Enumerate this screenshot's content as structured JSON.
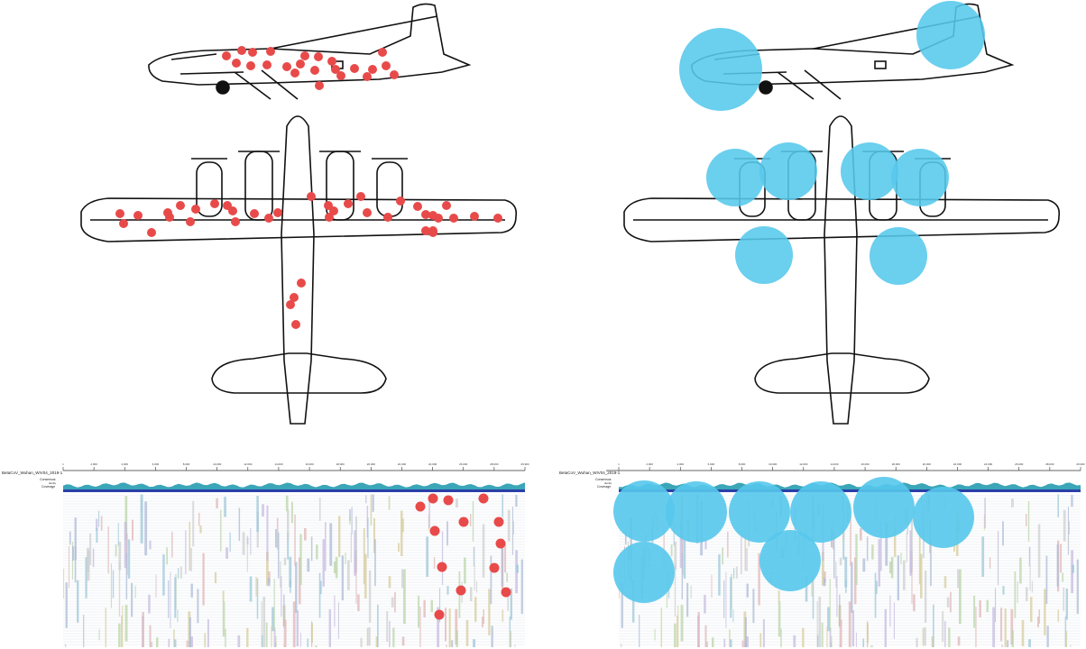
{
  "colors": {
    "hit_dot": "#e84a4a",
    "armor_circle": "#56c8ec",
    "line": "#111111",
    "coverage_teal": "#3aa6b8",
    "coverage_blue": "#2b3fa8"
  },
  "alignment": {
    "sequence_name": "BetaCoV_Wuhan_WIV04_2019-1",
    "consensus_label": "Consensus",
    "identity_label": "Identity",
    "coverage_label": "Coverage",
    "ruler_ticks": [
      "1",
      "2,000",
      "4,000",
      "6,000",
      "8,000",
      "10,000",
      "12,000",
      "14,000",
      "16,000",
      "18,000",
      "20,000",
      "22,000",
      "24,000",
      "26,000",
      "28,000",
      "29,903"
    ]
  },
  "panels": {
    "airplane_hits": {
      "marker": "red-dots"
    },
    "airplane_armor": {
      "marker": "blue-circles"
    },
    "alignment_hits": {
      "marker": "red-dots"
    },
    "alignment_armor": {
      "marker": "blue-circles"
    }
  }
}
